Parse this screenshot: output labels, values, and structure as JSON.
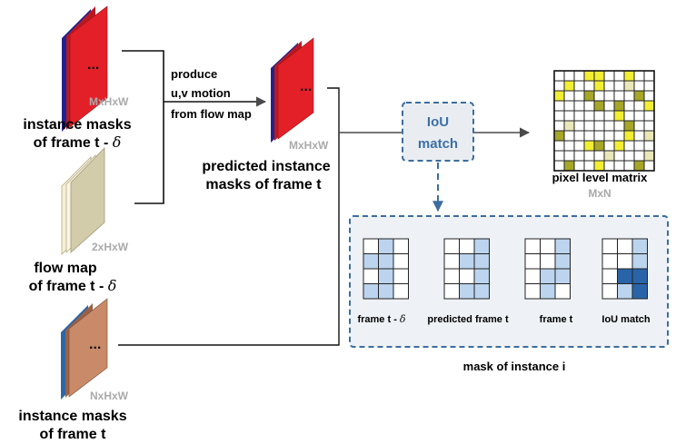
{
  "top_masks": {
    "dims": "MxHxW",
    "title_line1": "instance masks",
    "title_line2": "of frame t - ",
    "delta": "δ",
    "dots": "..."
  },
  "flow_map": {
    "dims": "2xHxW",
    "title_line1": "flow map",
    "title_line2": "of frame t - ",
    "delta": "δ"
  },
  "bottom_masks": {
    "dims": "NxHxW",
    "title_line1": "instance masks",
    "title_line2": "of frame t",
    "dots": "..."
  },
  "motion_text": {
    "line1": "produce",
    "line2": "u,v motion",
    "line3": "from flow map"
  },
  "predicted": {
    "dims": "MxHxW",
    "title_line1": "predicted instance",
    "title_line2": "masks of frame t",
    "dots": "..."
  },
  "iou_box": {
    "line1": "IoU",
    "line2": "match"
  },
  "pixel_matrix": {
    "title": "pixel level matrix",
    "dims": "MxN",
    "cells": [
      [
        0,
        0,
        0,
        1,
        1,
        0,
        0,
        1,
        0,
        0
      ],
      [
        0,
        1,
        0,
        0,
        1,
        0,
        0,
        3,
        0,
        0
      ],
      [
        1,
        0,
        0,
        2,
        0,
        0,
        0,
        0,
        2,
        0
      ],
      [
        0,
        0,
        0,
        0,
        2,
        0,
        2,
        0,
        0,
        1
      ],
      [
        0,
        0,
        0,
        0,
        0,
        0,
        1,
        0,
        0,
        0
      ],
      [
        0,
        3,
        0,
        0,
        0,
        0,
        0,
        2,
        0,
        0
      ],
      [
        2,
        0,
        0,
        0,
        0,
        0,
        0,
        1,
        0,
        3
      ],
      [
        0,
        0,
        0,
        1,
        2,
        0,
        1,
        0,
        0,
        0
      ],
      [
        0,
        0,
        0,
        0,
        0,
        3,
        0,
        0,
        0,
        3
      ],
      [
        0,
        2,
        0,
        0,
        1,
        0,
        0,
        0,
        2,
        0
      ]
    ],
    "colors": [
      "#ffffff",
      "#f2ee33",
      "#a6a628",
      "#e9e7b8"
    ]
  },
  "mask_panel": {
    "caption": "mask of instance i",
    "colors": {
      "empty": "#ffffff",
      "light": "#bcd4ee",
      "dark": "#2a64a8"
    },
    "grids": [
      {
        "label": "frame  t - ",
        "delta": "δ",
        "cells": [
          [
            0,
            1,
            0
          ],
          [
            1,
            1,
            0
          ],
          [
            0,
            1,
            0
          ],
          [
            1,
            1,
            0
          ]
        ]
      },
      {
        "label": "predicted frame t",
        "cells": [
          [
            0,
            0,
            1
          ],
          [
            0,
            1,
            1
          ],
          [
            0,
            0,
            1
          ],
          [
            0,
            1,
            1
          ]
        ]
      },
      {
        "label": "frame  t",
        "cells": [
          [
            0,
            0,
            1
          ],
          [
            0,
            0,
            1
          ],
          [
            0,
            1,
            1
          ],
          [
            0,
            1,
            0
          ]
        ]
      },
      {
        "label": "IoU match",
        "cells": [
          [
            0,
            0,
            1
          ],
          [
            0,
            0,
            1
          ],
          [
            0,
            2,
            2
          ],
          [
            0,
            1,
            2
          ]
        ]
      }
    ]
  },
  "colors": {
    "mask_red": "#e32028",
    "mask_navy": "#23238e",
    "flow_front": "#d3ccaa",
    "flow_back": "#f6efd6",
    "bottom_front": "#c88a68",
    "bottom_side": "#2e66a5",
    "dashed_blue": "#3c6d9e",
    "iou_fill": "#e9edf1",
    "panel_fill": "#eef1f5",
    "dims_gray": "#aaaaaa"
  }
}
